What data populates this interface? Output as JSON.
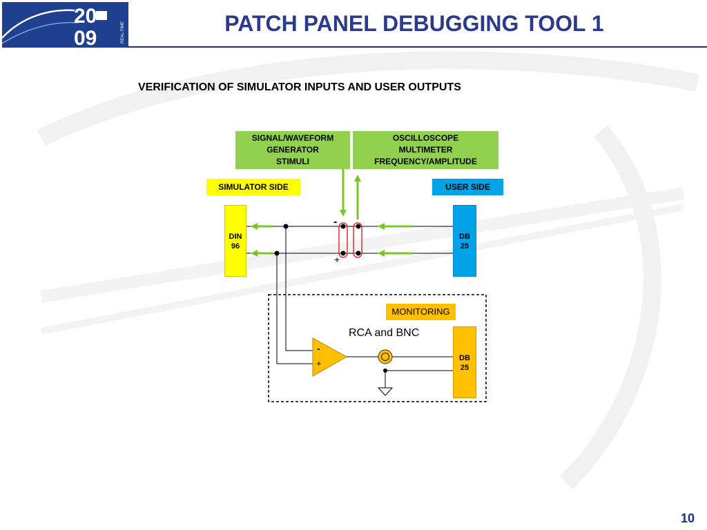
{
  "header": {
    "title": "PATCH PANEL DEBUGGING TOOL 1",
    "logo": {
      "digits_top": "20",
      "digits_bottom": "09",
      "side_text": "REAL-TIME"
    }
  },
  "subtitle": "VERIFICATION OF  SIMULATOR INPUTS AND USER OUTPUTS",
  "boxes": {
    "signal_gen": [
      "SIGNAL/WAVEFORM",
      "GENERATOR",
      "STIMULI"
    ],
    "scope": [
      "OSCILLOSCOPE",
      "MULTIMETER",
      "FREQUENCY/AMPLITUDE"
    ],
    "simulator_side": "SIMULATOR SIDE",
    "user_side": "USER  SIDE",
    "din": [
      "DIN",
      "96"
    ],
    "db_user": [
      "DB",
      "25"
    ],
    "monitoring": "MONITORING",
    "db_monitor": [
      "DB",
      "25"
    ]
  },
  "labels": {
    "rca": "RCA and BNC",
    "minus": "-",
    "plus": "+",
    "amp_minus": "-",
    "amp_plus": "+"
  },
  "footer": {
    "page_number": "10"
  },
  "colors": {
    "title": "#2b3a8c",
    "green_box": "#92d050",
    "yellow_box": "#ffff00",
    "blue_box": "#00a2e8",
    "orange_box": "#ffc000",
    "arrow": "#7dc42a",
    "logo_bg": "#1f3f8f"
  }
}
